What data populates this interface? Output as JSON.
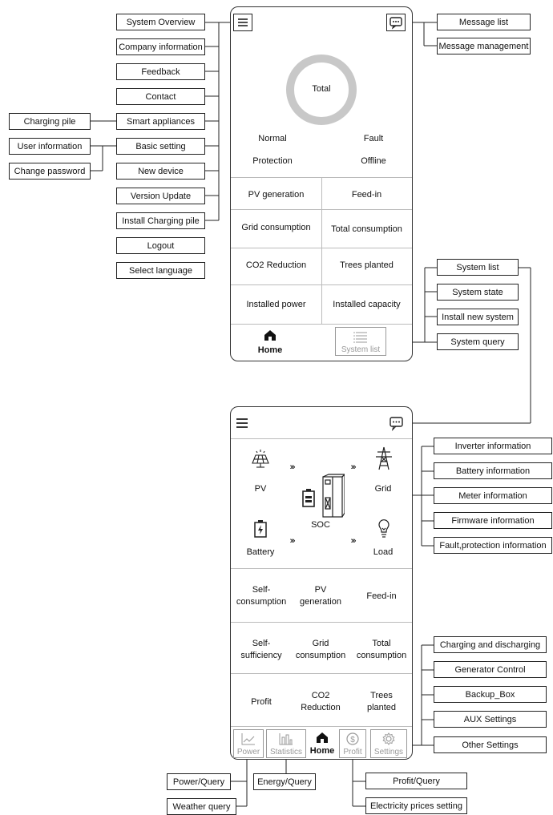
{
  "left_menu": {
    "system_overview": "System Overview",
    "company_information": "Company information",
    "feedback": "Feedback",
    "contact": "Contact",
    "smart_appliances": "Smart appliances",
    "basic_setting": "Basic setting",
    "new_device": "New device",
    "version_update": "Version Update",
    "install_charging_pile": "Install Charging pile",
    "logout": "Logout",
    "select_language": "Select language"
  },
  "sub_menu": {
    "charging_pile": "Charging pile",
    "user_information": "User information",
    "change_password": "Change password"
  },
  "message": {
    "message_list": "Message list",
    "message_management": "Message management"
  },
  "phone1": {
    "donut_label": "Total",
    "status": [
      "Normal",
      "Fault",
      "Protection",
      "Offline"
    ],
    "cells": [
      "PV generation",
      "Feed-in",
      "Grid consumption",
      "Total consumption",
      "CO2 Reduction",
      "Trees planted",
      "Installed power",
      "Installed capacity"
    ],
    "nav_home": "Home",
    "nav_system_list": "System list"
  },
  "system_menu": {
    "system_list": "System list",
    "system_state": "System state",
    "install_new_system": "Install new system",
    "system_query": "System query"
  },
  "phone2": {
    "pv": "PV",
    "grid": "Grid",
    "soc": "SOC",
    "battery": "Battery",
    "load": "Load",
    "row1": [
      "Self-\nconsumption",
      "PV\ngeneration",
      "Feed-in"
    ],
    "row2": [
      "Self-\nsufficiency",
      "Grid\nconsumption",
      "Total\nconsumption"
    ],
    "row3": [
      "Profit",
      "CO2\nReduction",
      "Trees\nplanted"
    ],
    "nav": {
      "power": "Power",
      "statistics": "Statistics",
      "home": "Home",
      "profit": "Profit",
      "settings": "Settings"
    }
  },
  "device_menu": {
    "inverter_information": "Inverter information",
    "battery_information": "Battery information",
    "meter_information": "Meter information",
    "firmware_information": "Firmware information",
    "fault_protection_information": "Fault,protection information"
  },
  "settings_menu": {
    "charging_and_discharging": "Charging and discharging",
    "generator_control": "Generator Control",
    "backup_box": "Backup_Box",
    "aux_settings": "AUX Settings",
    "other_settings": "Other Settings"
  },
  "bottom_menu": {
    "power_query": "Power/Query",
    "energy_query": "Energy/Query",
    "weather_query": "Weather query",
    "profit_query": "Profit/Query",
    "electricity_prices_setting": "Electricity prices setting"
  }
}
